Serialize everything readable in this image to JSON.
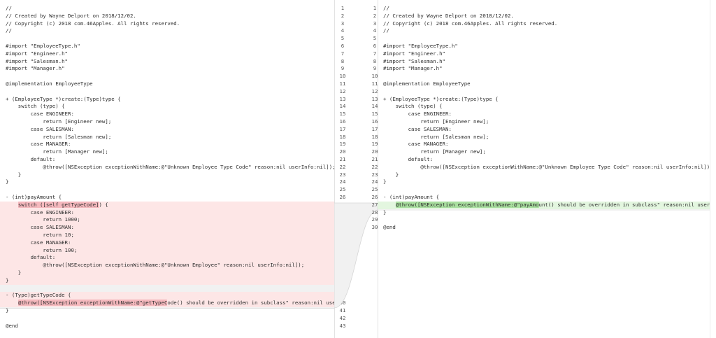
{
  "left": {
    "lines": [
      "//",
      "// Created by Wayne Delport on 2018/12/02.",
      "// Copyright (c) 2018 com.46Apples. All rights reserved.",
      "//",
      "",
      "#import \"EmployeeType.h\"",
      "#import \"Engineer.h\"",
      "#import \"Salesman.h\"",
      "#import \"Manager.h\"",
      "",
      "@implementation EmployeeType",
      "",
      "+ (EmployeeType *)create:(Type)type {",
      "    switch (type) {",
      "        case ENGINEER:",
      "            return [Engineer new];",
      "        case SALESMAN:",
      "            return [Salesman new];",
      "        case MANAGER:",
      "            return [Manager new];",
      "        default:",
      "            @throw([NSException exceptionWithName:@\"Unknown Employee Type Code\" reason:nil userInfo:nil]);",
      "    }",
      "}",
      "",
      "- (int)payAmount {",
      "    switch ([self getTypeCode]) {",
      "        case ENGINEER:",
      "            return 1000;",
      "        case SALESMAN:",
      "            return 10;",
      "        case MANAGER:",
      "            return 100;",
      "        default:",
      "            @throw([NSException exceptionWithName:@\"Unknown Employee\" reason:nil userInfo:nil]);",
      "    }",
      "}",
      "",
      "- (Type)getTypeCode {",
      "    @throw([NSException exceptionWithName:@\"getTypeCode() should be overridden in subclass\" reason:nil userInfo:nil]);",
      "}",
      "",
      "@end"
    ],
    "removed_lines": [
      27,
      28,
      29,
      30,
      31,
      32,
      33,
      34,
      35,
      36,
      37,
      39,
      40
    ]
  },
  "right": {
    "lines": [
      "//",
      "// Created by Wayne Delport on 2018/12/02.",
      "// Copyright (c) 2018 com.46Apples. All rights reserved.",
      "//",
      "",
      "#import \"EmployeeType.h\"",
      "#import \"Engineer.h\"",
      "#import \"Salesman.h\"",
      "#import \"Manager.h\"",
      "",
      "@implementation EmployeeType",
      "",
      "+ (EmployeeType *)create:(Type)type {",
      "    switch (type) {",
      "        case ENGINEER:",
      "            return [Engineer new];",
      "        case SALESMAN:",
      "            return [Salesman new];",
      "        case MANAGER:",
      "            return [Manager new];",
      "        default:",
      "            @throw([NSException exceptionWithName:@\"Unknown Employee Type Code\" reason:nil userInfo:nil]);",
      "    }",
      "}",
      "",
      "- (int)payAmount {",
      "    @throw([NSException exceptionWithName:@\"payAmount() should be overridden in subclass\" reason:nil userInfo:nil]);",
      "}",
      "",
      "@end"
    ],
    "added_lines": [
      27
    ]
  },
  "colors": {
    "removed_line_bg": "#fde6e6",
    "added_line_bg": "#e3f6df",
    "block_bg": "#f1f1f1",
    "removed_word_bg": "#f5b8bd",
    "added_word_bg": "#a9df9f"
  }
}
